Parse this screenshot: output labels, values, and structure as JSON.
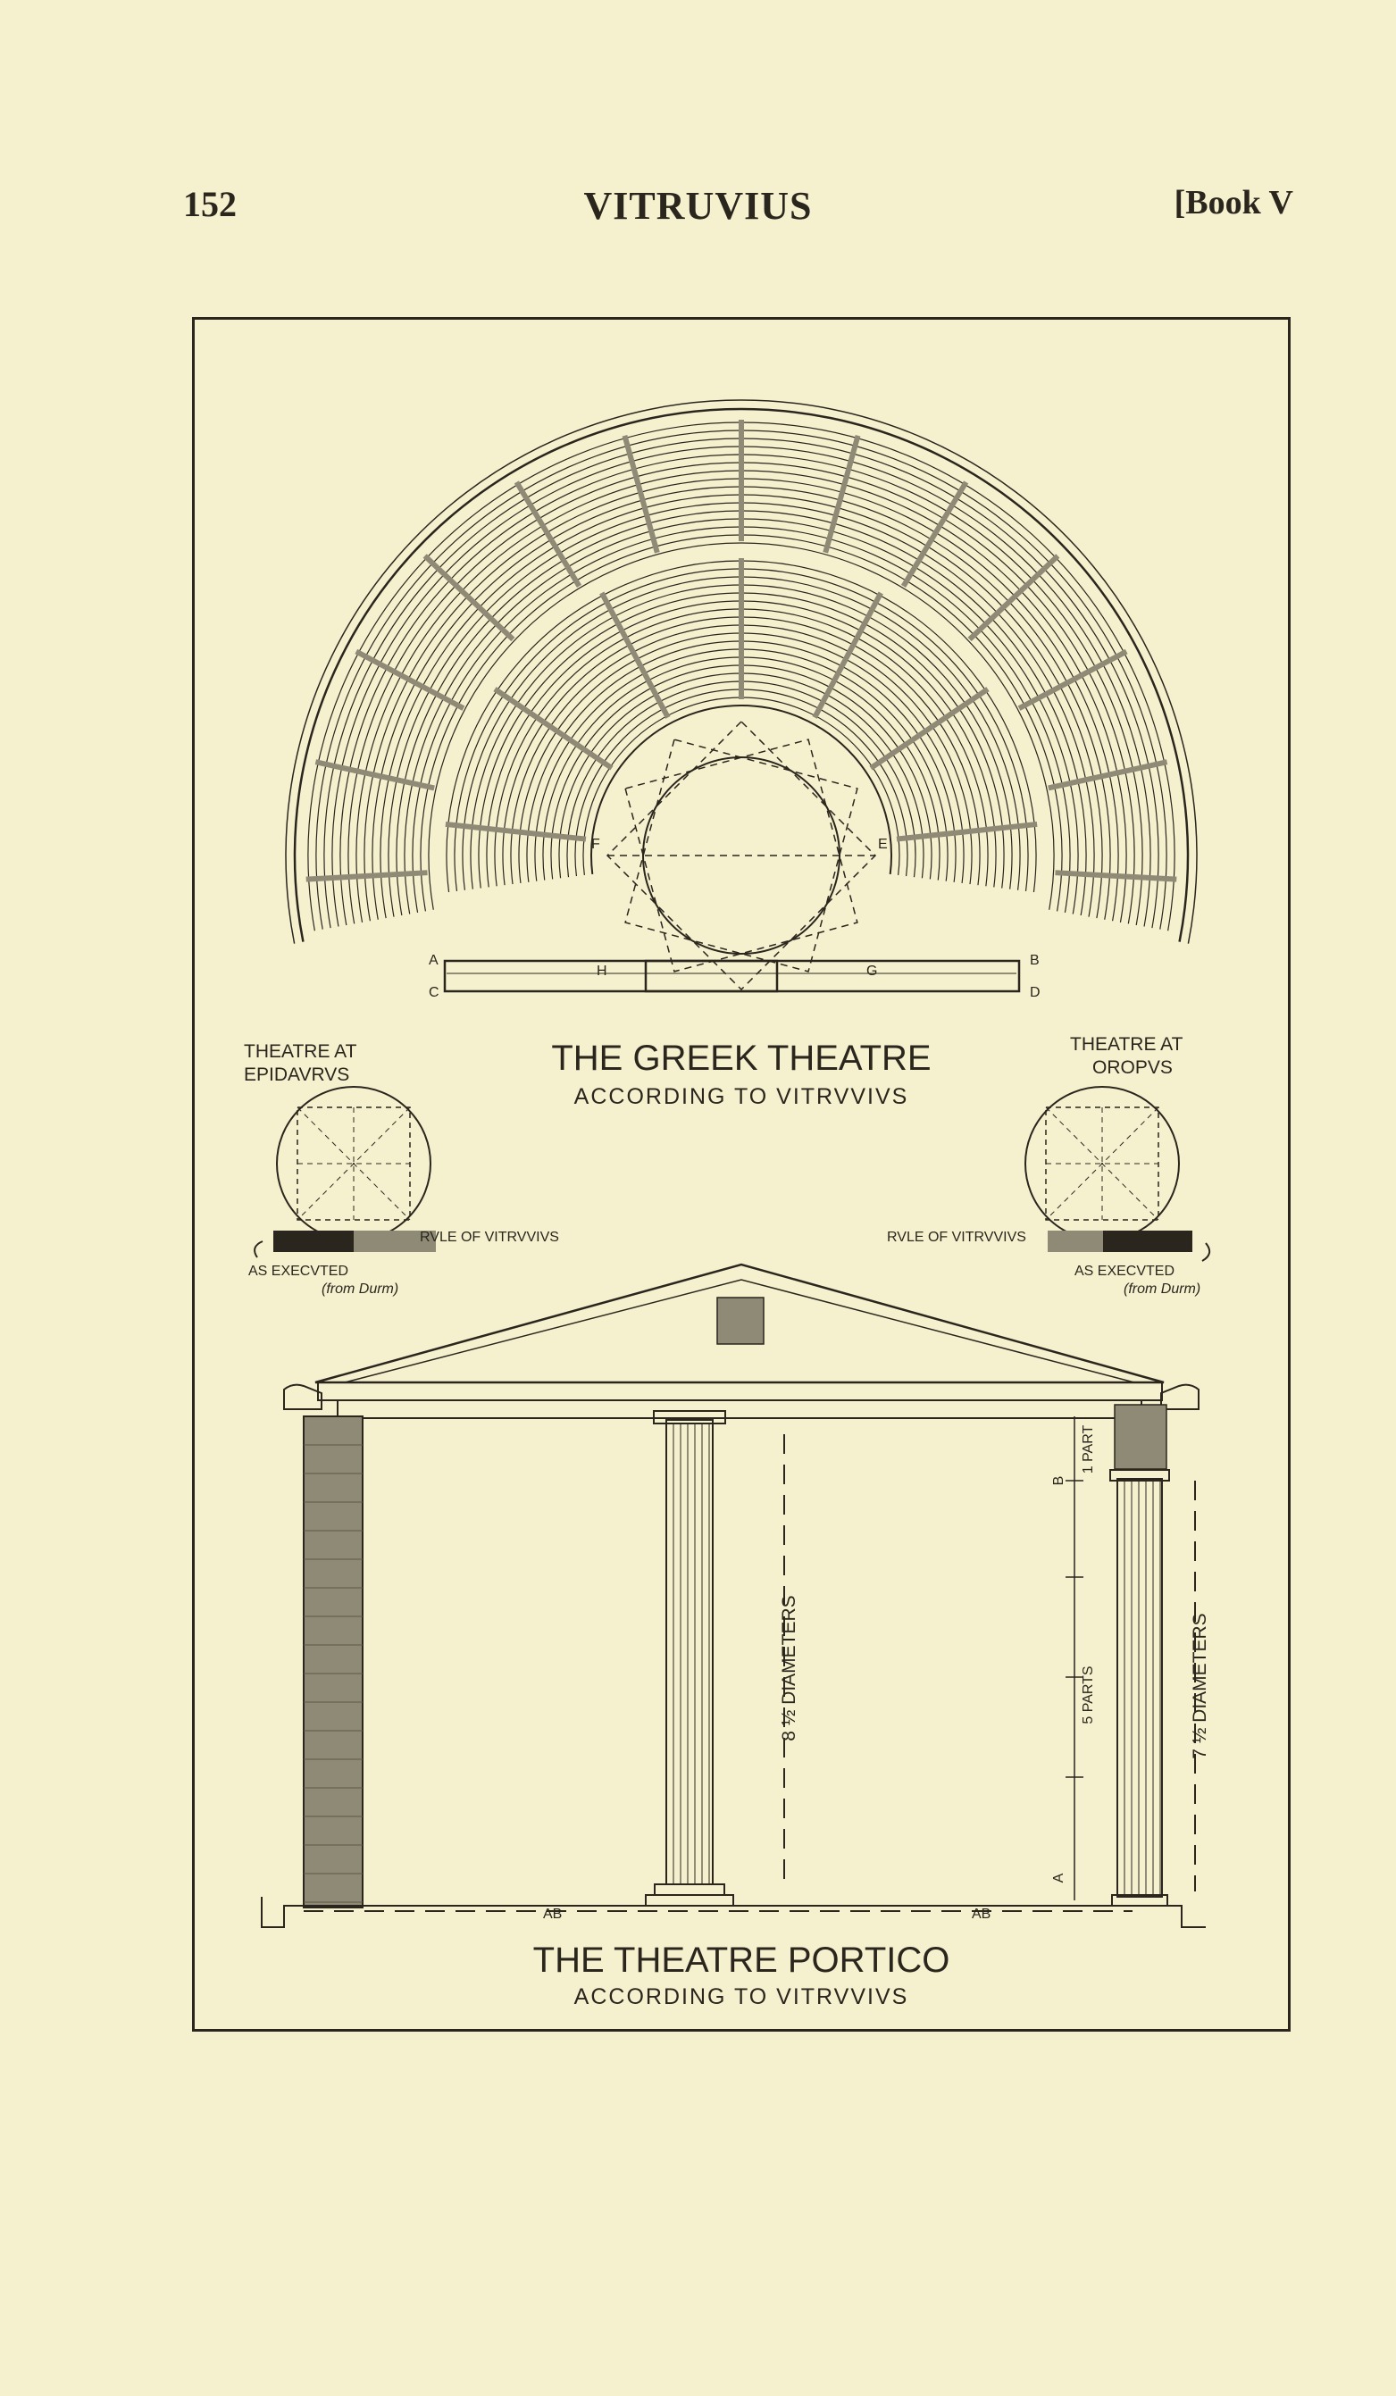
{
  "header": {
    "page_number": "152",
    "running_title": "VITRUVIUS",
    "book": "[Book V"
  },
  "theatre": {
    "title": "THE GREEK THEATRE",
    "subtitle": "ACCORDING TO VITRVVIVS",
    "points": {
      "A": "A",
      "B": "B",
      "C": "C",
      "D": "D",
      "E": "E",
      "F": "F",
      "G": "G",
      "H": "H"
    }
  },
  "epidaurus": {
    "label_line1": "THEATRE AT",
    "label_line2": "EPIDAVRVS",
    "rule": "RVLE OF VITRVVIVS",
    "executed": "AS EXECVTED",
    "source": "(from Durm)"
  },
  "oropus": {
    "label_line1": "THEATRE AT",
    "label_line2": "OROPVS",
    "rule": "RVLE OF VITRVVIVS",
    "executed": "AS EXECVTED",
    "source": "(from Durm)"
  },
  "portico": {
    "title": "THE THEATRE PORTICO",
    "subtitle": "ACCORDING TO VITRVVIVS",
    "dim_center": "8 ½ DIAMETERS",
    "dim_right": "7 ½ DIAMETERS",
    "part_one": "1 PART",
    "parts_five": "5 PARTS",
    "ab_left": "AB",
    "ab_right": "AB",
    "point_a": "A",
    "point_b": "B"
  }
}
